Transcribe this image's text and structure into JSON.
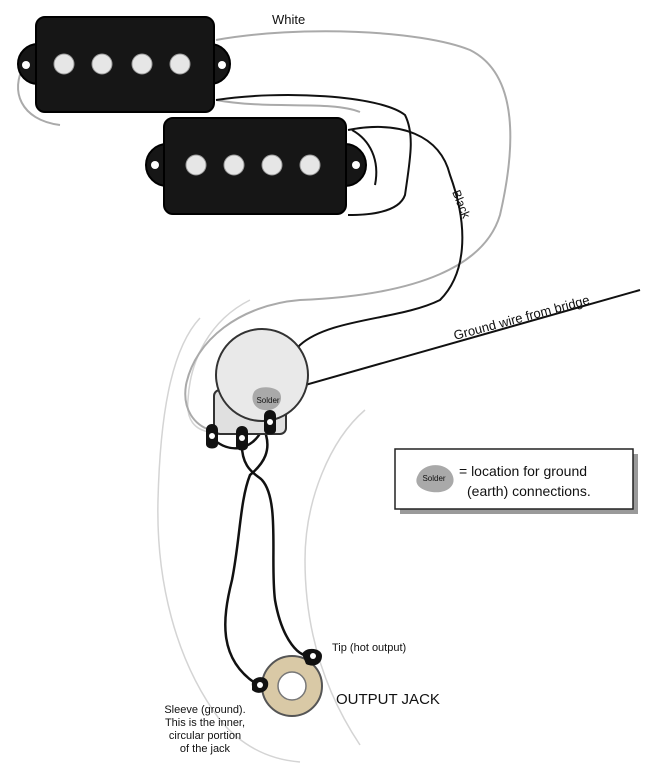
{
  "labels": {
    "white_wire": "White",
    "black_wire": "Black",
    "ground_wire": "Ground wire from bridge",
    "solder_spot": "Solder",
    "tip": "Tip (hot output)",
    "output_jack": "OUTPUT JACK",
    "sleeve_line1": "Sleeve (ground).",
    "sleeve_line2": "This is the inner,",
    "sleeve_line3": "circular portion",
    "sleeve_line4": "of the jack"
  },
  "legend": {
    "swatch_label": "Solder",
    "line1": "= location for ground",
    "line2": "(earth) connections."
  },
  "colors": {
    "pickup_body": "#161616",
    "pole_piece": "#e6e6e6",
    "white_wire": "#aaaaaa",
    "black_wire": "#111111",
    "solder": "#a9a9a9",
    "pot": "#e9e9e9",
    "jack_ring": "#d9c9a6"
  }
}
